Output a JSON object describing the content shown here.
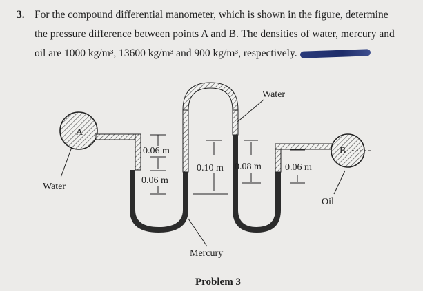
{
  "problem": {
    "number": "3.",
    "line1": "For the compound differential manometer, which is shown in the figure, determine",
    "line2": "the pressure difference between points A and B. The densities of water, mercury and",
    "line3": "oil are 1000 kg/m³, 13600 kg/m³ and 900 kg/m³, respectively."
  },
  "figure": {
    "point_a": "A",
    "point_b": "B",
    "label_water_left": "Water",
    "label_water_top": "Water",
    "label_oil": "Oil",
    "label_mercury": "Mercury",
    "dim_1": "0.06 m",
    "dim_2": "0.06 m",
    "dim_3": "0.10 m",
    "dim_4": "0.08 m",
    "dim_5": "0.06 m",
    "caption": "Problem 3"
  },
  "colors": {
    "background": "#ecebe9",
    "mercury": "#2b2b2b",
    "ink": "#222222",
    "scribble": "#1d2c69"
  }
}
